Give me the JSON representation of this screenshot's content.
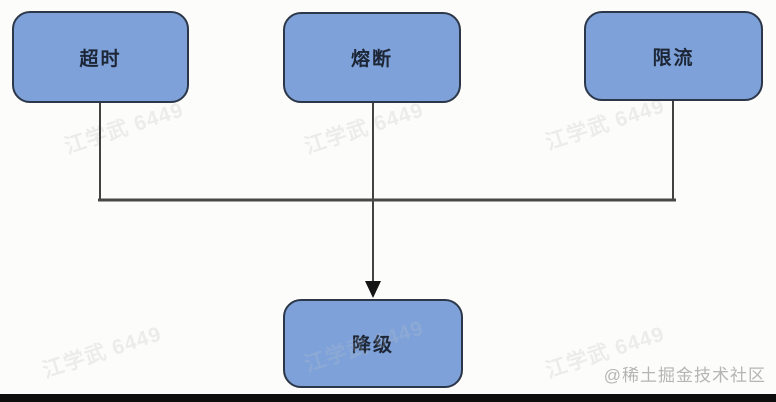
{
  "diagram": {
    "type": "flowchart",
    "nodes": [
      {
        "id": "timeout",
        "label": "超时"
      },
      {
        "id": "fuse",
        "label": "熔断"
      },
      {
        "id": "ratelimit",
        "label": "限流"
      },
      {
        "id": "downgrade",
        "label": "降级"
      }
    ],
    "edges": [
      {
        "from": "超时",
        "to": "降级"
      },
      {
        "from": "熔断",
        "to": "降级"
      },
      {
        "from": "限流",
        "to": "降级"
      }
    ],
    "colors": {
      "node_fill": "#7da1d8",
      "node_border": "#2c3749",
      "node_text": "#1d2636",
      "connector": "#2e2e2e",
      "bus_line": "#474747",
      "arrowhead": "#151515",
      "bottom_bar": "#0d0d0d"
    }
  },
  "watermarks": {
    "community": "@稀土掘金技术社区",
    "diagonal": "江学武 6449"
  }
}
